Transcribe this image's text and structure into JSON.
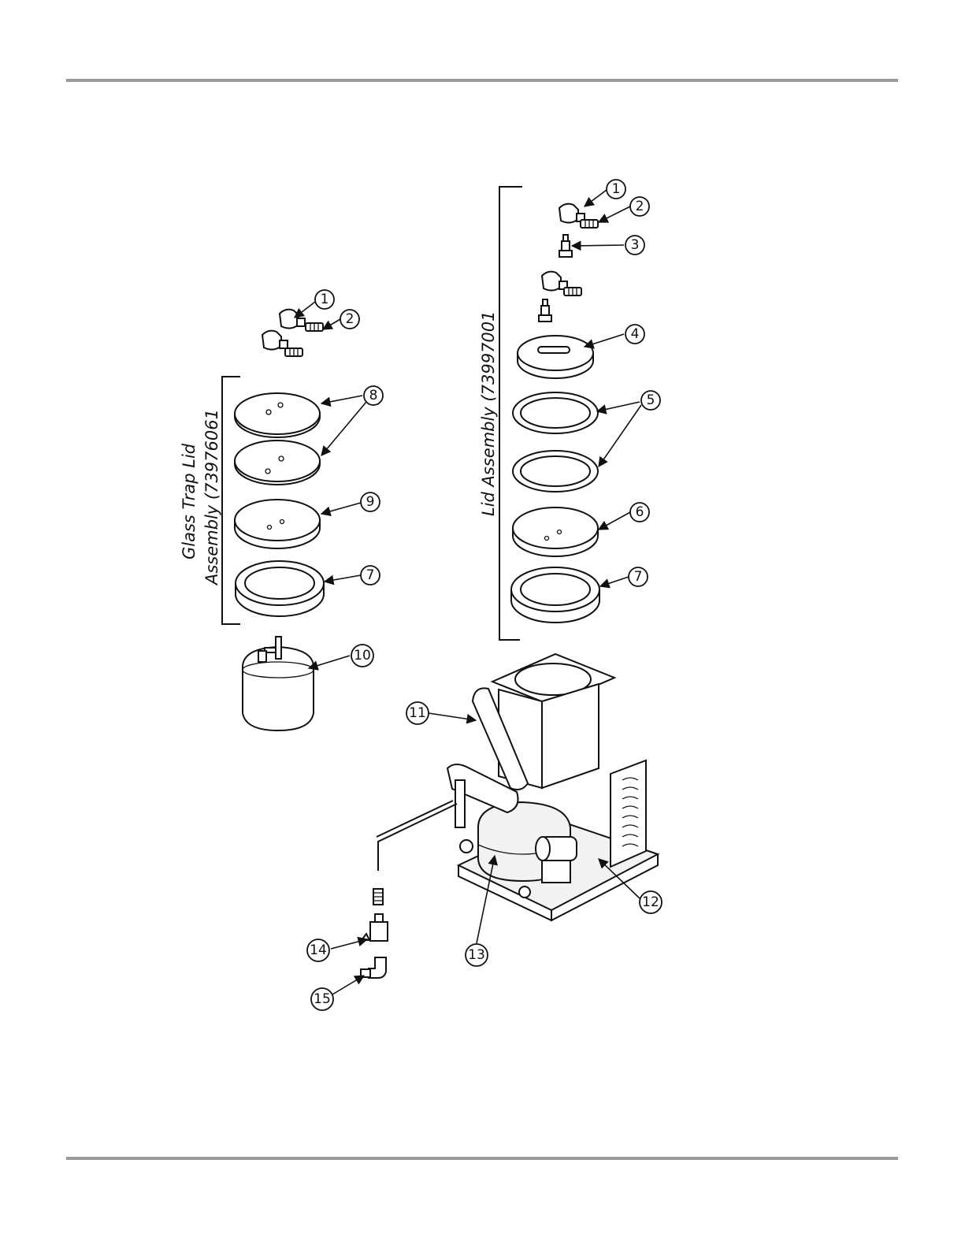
{
  "assemblies": {
    "glass_trap_lid_line1": "Glass Trap Lid",
    "glass_trap_lid_line2": "Assembly (73976061",
    "lid_assembly": "Lid Assembly  (73997001"
  },
  "callouts": {
    "c1_left": "1",
    "c2_left": "2",
    "c8": "8",
    "c9": "9",
    "c7_left": "7",
    "c10": "10",
    "c1_right": "1",
    "c2_right": "2",
    "c3": "3",
    "c4": "4",
    "c5": "5",
    "c6": "6",
    "c7_right": "7",
    "c11": "11",
    "c12": "12",
    "c13": "13",
    "c14": "14",
    "c15": "15"
  }
}
